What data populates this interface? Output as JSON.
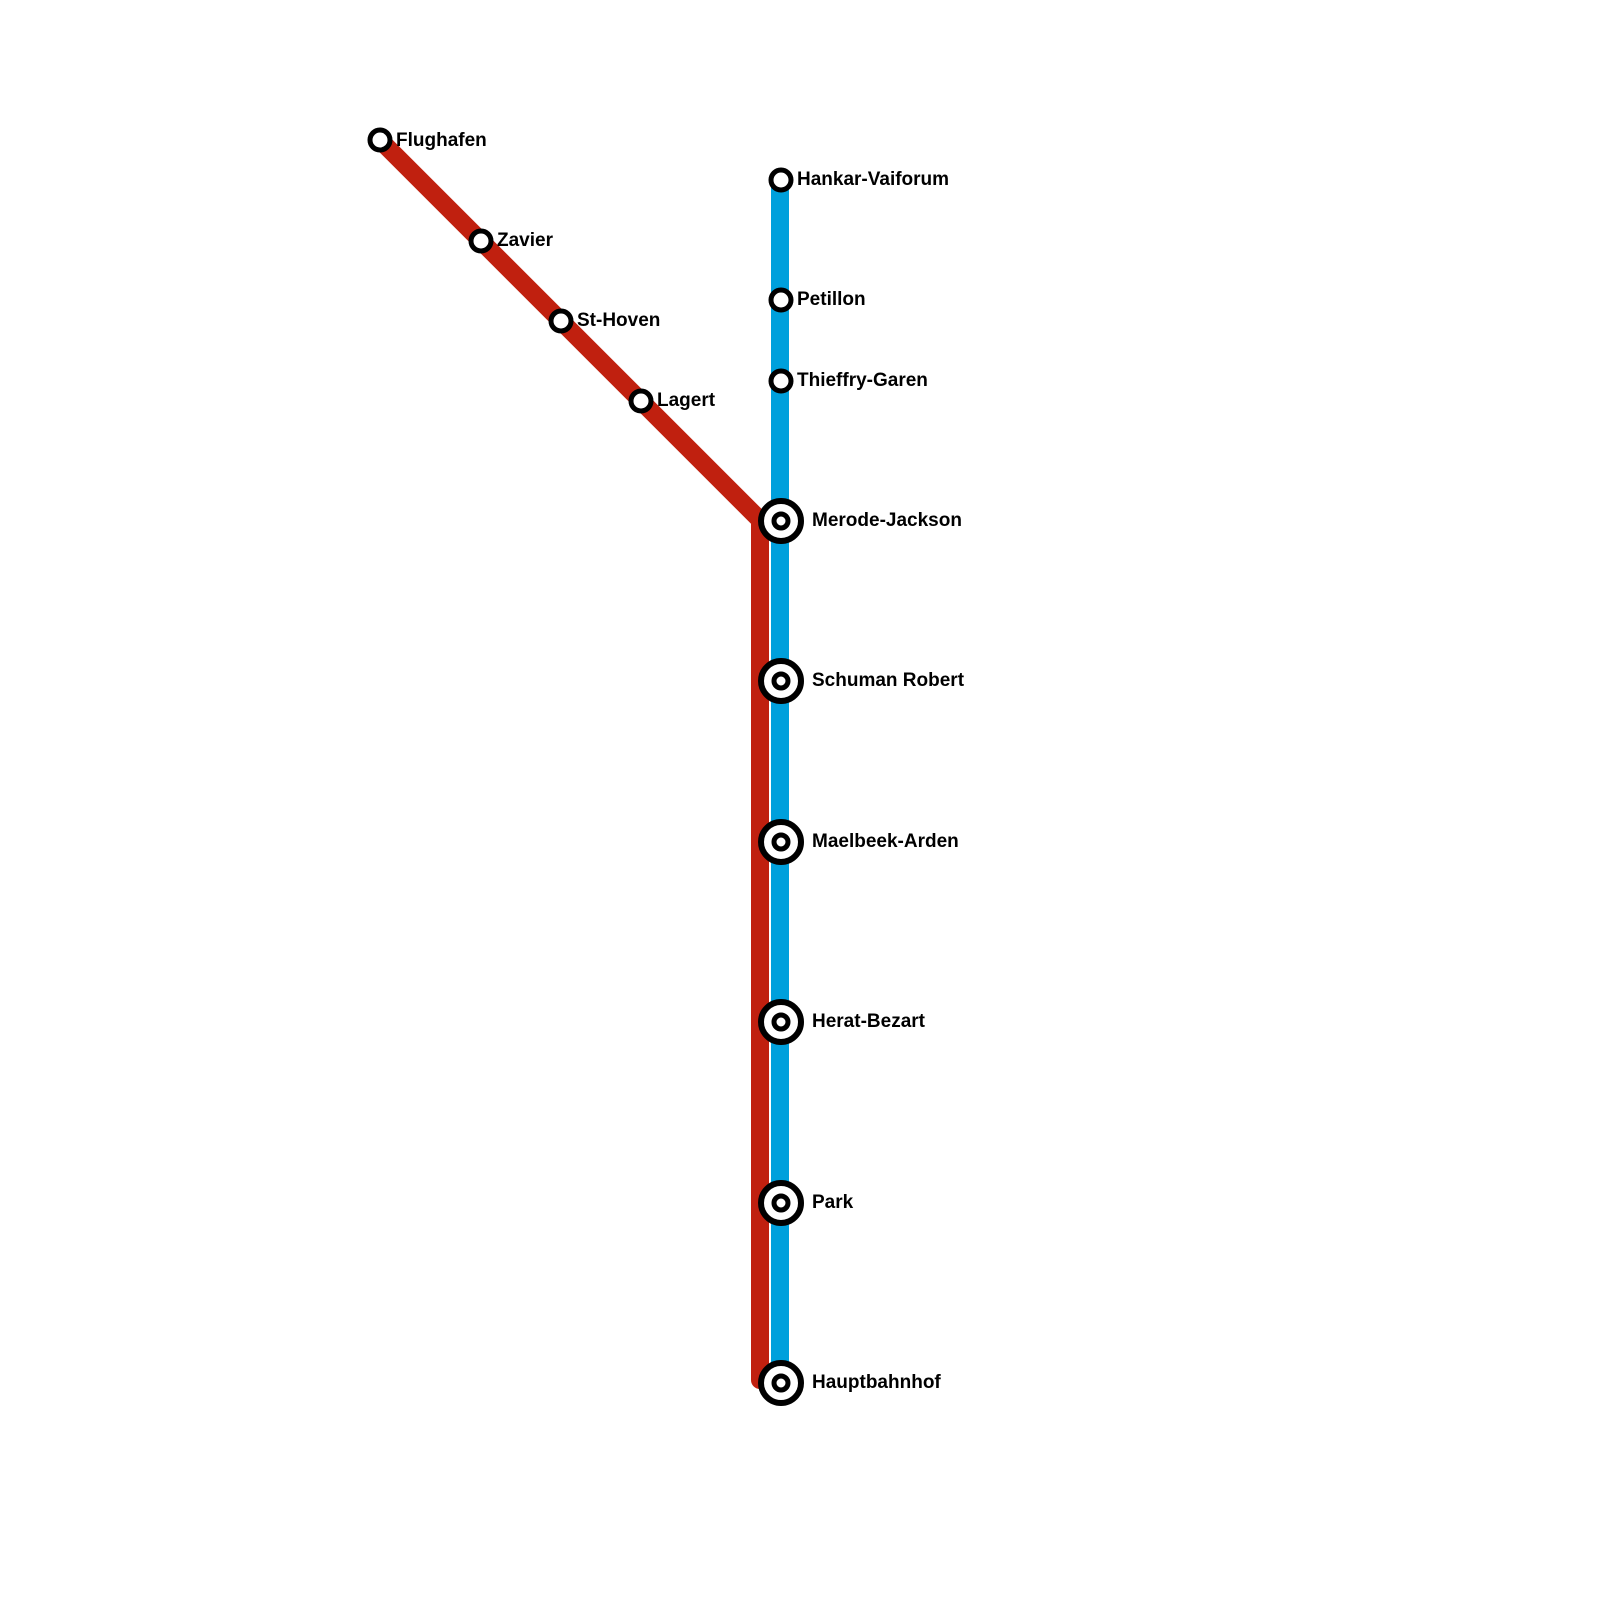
{
  "colors": {
    "red_line": "#c0200f",
    "blue_line": "#00a0dc",
    "station_stroke": "#000000",
    "station_fill": "#ffffff",
    "background": "#ffffff"
  },
  "lines": [
    {
      "id": "red",
      "color": "#c0200f"
    },
    {
      "id": "blue",
      "color": "#00a0dc"
    }
  ],
  "stations": {
    "flughafen": {
      "name": "Flughafen",
      "type": "stop"
    },
    "zavier": {
      "name": "Zavier",
      "type": "stop"
    },
    "st_hoven": {
      "name": "St-Hoven",
      "type": "stop"
    },
    "lagert": {
      "name": "Lagert",
      "type": "stop"
    },
    "hankar_vaiforum": {
      "name": "Hankar-Vaiforum",
      "type": "stop"
    },
    "petillon": {
      "name": "Petillon",
      "type": "stop"
    },
    "thieffry_garen": {
      "name": "Thieffry-Garen",
      "type": "stop"
    },
    "merode_jackson": {
      "name": "Merode-Jackson",
      "type": "interchange"
    },
    "schuman_robert": {
      "name": "Schuman Robert",
      "type": "interchange"
    },
    "maelbeek_arden": {
      "name": "Maelbeek-Arden",
      "type": "interchange"
    },
    "herat_bezart": {
      "name": "Herat-Bezart",
      "type": "interchange"
    },
    "park": {
      "name": "Park",
      "type": "interchange"
    },
    "hauptbahnhof": {
      "name": "Hauptbahnhof",
      "type": "interchange"
    }
  }
}
